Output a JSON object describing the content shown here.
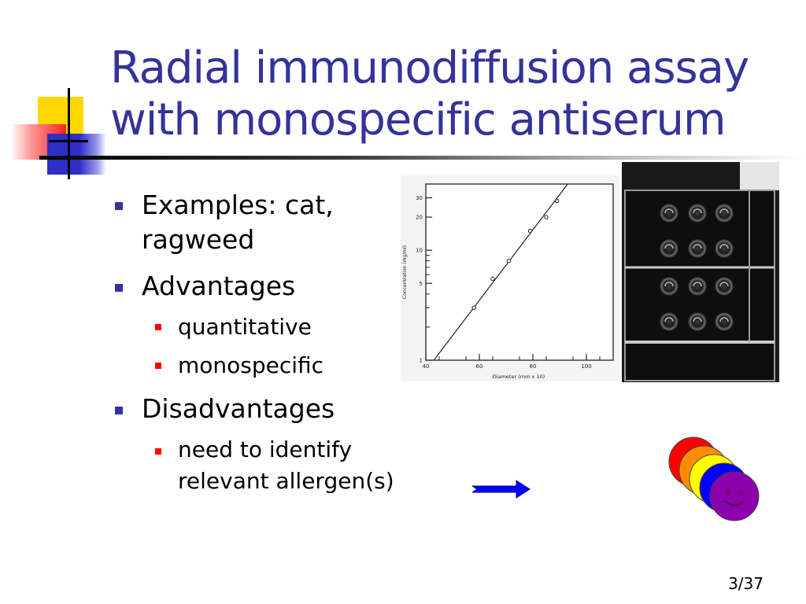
{
  "slide": {
    "title_line1": "Radial immunodiffusion assay",
    "title_line2": "with monospecific antiserum",
    "page_number": "3/37"
  },
  "bullets": {
    "examples_line1": "Examples: cat,",
    "examples_line2": "ragweed",
    "advantages": "Advantages",
    "adv_1": "quantitative",
    "adv_2": "monospecific",
    "disadvantages": "Disadvantages",
    "dis_1_line1": "need to identify",
    "dis_1_line2": "relevant allergen(s)"
  },
  "graph": {
    "type": "scatter",
    "xlabel": "Diameter (mm x 10)",
    "ylabel": "Concentration (mg/ml)",
    "x_ticks": [
      "40",
      "60",
      "80",
      "100"
    ],
    "y_ticks": [
      "1",
      "5",
      "10",
      "20",
      "30"
    ]
  },
  "chart_data": {
    "type": "scatter",
    "xlabel": "Diameter (mm x 10)",
    "ylabel": "Concentration (mg/ml)",
    "xlim": [
      40,
      110
    ],
    "ylim": [
      1,
      40
    ],
    "y_scale": "log",
    "x_ticks": [
      40,
      60,
      80,
      100
    ],
    "y_ticks": [
      1,
      5,
      10,
      20,
      30
    ],
    "points": [
      {
        "x": 58,
        "y": 3
      },
      {
        "x": 65,
        "y": 5.5
      },
      {
        "x": 71,
        "y": 8
      },
      {
        "x": 79,
        "y": 15
      },
      {
        "x": 85,
        "y": 20
      },
      {
        "x": 89,
        "y": 28
      }
    ],
    "fit_line": {
      "x": [
        43,
        93
      ],
      "y": [
        1,
        40
      ]
    }
  },
  "colors": {
    "title": "#333399",
    "bullet_l1": "#333399",
    "bullet_l2": "#ff0000",
    "arrow": "#0000ff"
  },
  "smiley_colors": [
    "#ff0000",
    "#ff8c00",
    "#ffff00",
    "#0000ff",
    "#8b00aa"
  ]
}
